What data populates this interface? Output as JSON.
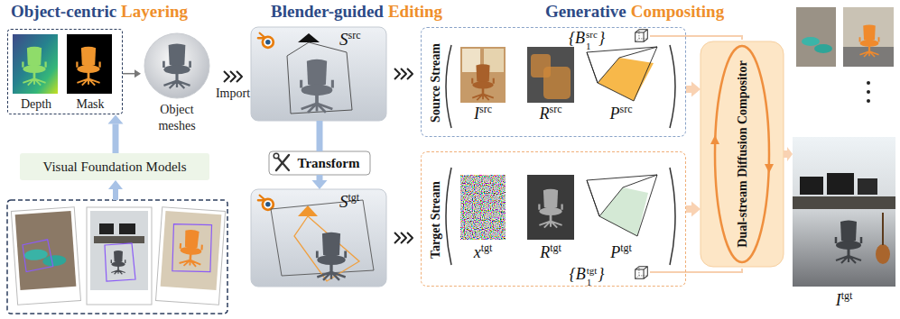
{
  "diagram": {
    "nodes": [
      {
        "text": [
          "Depth",
          "Mask"
        ]
      },
      {
        "text": [
          "Object meshes"
        ]
      },
      {
        "text": [
          "Visual Foundation Models"
        ]
      },
      {
        "text": [
          "S",
          "src"
        ]
      },
      {
        "text": [
          "Transform"
        ]
      },
      {
        "text": [
          "S",
          "tgt"
        ]
      },
      {
        "text": [
          "Source Stream"
        ]
      },
      {
        "text": [
          "Target Stream"
        ]
      },
      {
        "text": [
          "Dual-stream Diffusion Compositor"
        ]
      }
    ],
    "edges": [
      {
        "from": 0,
        "to": 1,
        "arrow": "to"
      },
      {
        "from": 1,
        "to": 3,
        "arrow": "to",
        "label": "Import"
      },
      {
        "from": 2,
        "to": 0,
        "arrow": "to"
      },
      {
        "from": 3,
        "to": 4,
        "arrow": "none"
      },
      {
        "from": 4,
        "to": 5,
        "arrow": "to"
      },
      {
        "from": 3,
        "to": 6,
        "arrow": "to"
      },
      {
        "from": 5,
        "to": 7,
        "arrow": "to"
      },
      {
        "from": 6,
        "to": 8,
        "arrow": "to"
      },
      {
        "from": 7,
        "to": 8,
        "arrow": "to"
      }
    ],
    "labels": [
      "Object-centric",
      "Layering",
      "Blender-guided",
      "Editing",
      "Generative",
      "Compositing",
      "I",
      "src",
      "R",
      "src",
      "P",
      "src",
      "{B",
      "1",
      "src",
      "}",
      "x",
      "tgt",
      "R",
      "tgt",
      "P",
      "tgt",
      "{B",
      "1",
      "tgt",
      "}",
      "I",
      "tgt"
    ]
  }
}
